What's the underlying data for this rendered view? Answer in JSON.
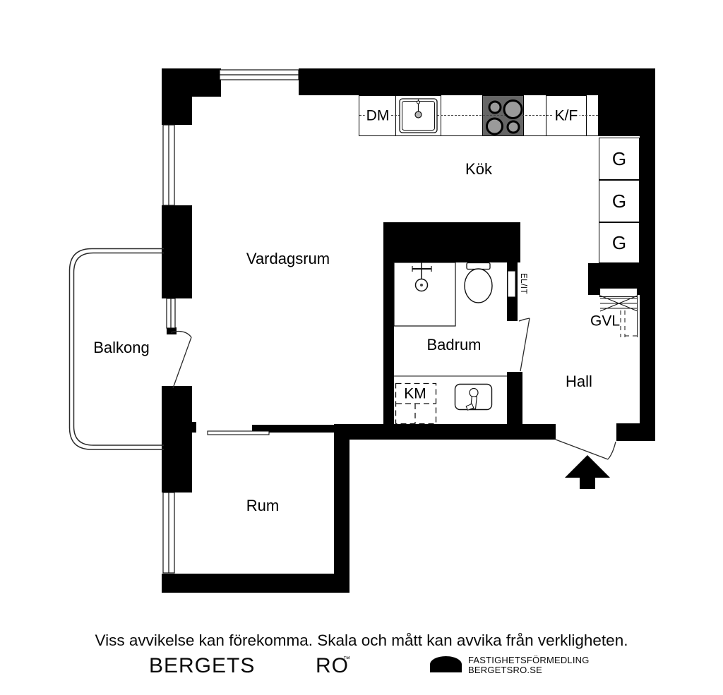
{
  "plan": {
    "rooms": {
      "kok": "Kök",
      "vardagsrum": "Vardagsrum",
      "balkong": "Balkong",
      "badrum": "Badrum",
      "hall": "Hall",
      "rum": "Rum"
    },
    "appliances": {
      "dm": "DM",
      "kf": "K/F",
      "km": "KM",
      "gvl": "GVL",
      "elit": "EL/IT",
      "wardrobes": [
        "G",
        "G",
        "G"
      ]
    }
  },
  "footer": {
    "disclaimer": "Viss avvikelse kan förekomma. Skala och mått kan avvika från verkligheten.",
    "brand_word1": "BERGETS",
    "brand_word2": "RO",
    "trademark": "™",
    "agency_line1": "FASTIGHETSFÖRMEDLING",
    "agency_line2": "BERGETSRO.SE"
  },
  "colors": {
    "wall": "#000000",
    "stove": "#666666",
    "burner": "#9a9a9a",
    "thin_line": "#222222"
  }
}
